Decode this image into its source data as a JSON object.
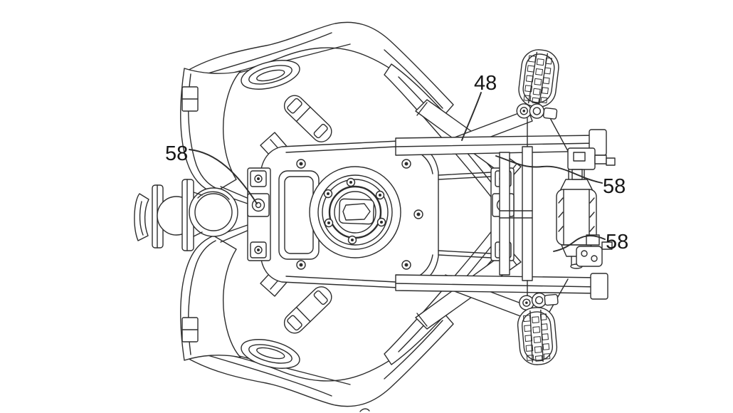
{
  "figure": {
    "kind": "patent-line-drawing",
    "description": "Overhead patent-style line drawing of a three-wheeled vehicle chassis showing body panels, engine cover, frame rails, two knobby wheels, muffler and exhaust outlet, with reference numerals and leader lines",
    "background": "#ffffff",
    "line_color": "#2d2d2d",
    "label_color": "#161616",
    "reference_labels": [
      {
        "id": "48",
        "text": "48"
      },
      {
        "id": "58-left",
        "text": "58"
      },
      {
        "id": "58-right-upper",
        "text": "58"
      },
      {
        "id": "58-right-lower",
        "text": "58"
      }
    ]
  }
}
